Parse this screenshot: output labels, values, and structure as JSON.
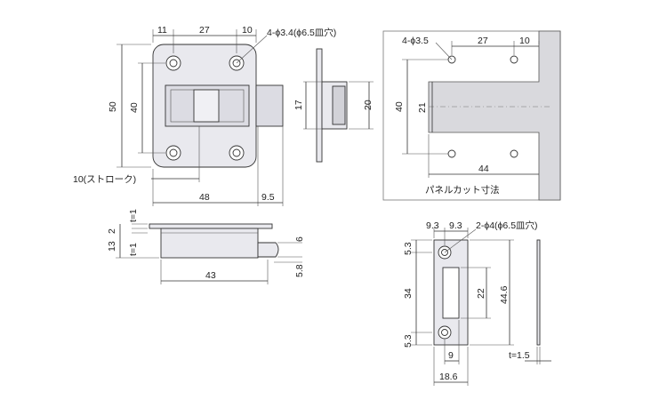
{
  "colors": {
    "part_fill": "#e9e9ee",
    "panel_fill": "#d9d9dd",
    "line": "#333333"
  },
  "main": {
    "dim_11": "11",
    "dim_27": "27",
    "dim_10": "10",
    "hole_note": "4-ϕ3.4(ϕ6.5皿穴)",
    "dim_50": "50",
    "dim_40": "40",
    "dim_17": "17",
    "dim_20": "20",
    "stroke_label": "10(ストローク)",
    "dim_48": "48",
    "dim_9_5": "9.5"
  },
  "panel": {
    "hole_note": "4-ϕ3.5",
    "dim_27": "27",
    "dim_10": "10",
    "dim_40": "40",
    "dim_21": "21",
    "dim_44": "44",
    "caption": "パネルカット寸法"
  },
  "side": {
    "t1_top": "t=1",
    "dim_2": "2",
    "dim_13": "13",
    "t1_bottom": "t=1",
    "dim_6": "6",
    "dim_5_8": "5.8",
    "dim_43": "43"
  },
  "strike": {
    "dim_9_3a": "9.3",
    "dim_9_3b": "9.3",
    "hole_note": "2-ϕ4(ϕ6.5皿穴)",
    "dim_5_3a": "5.3",
    "dim_34": "34",
    "dim_5_3b": "5.3",
    "dim_22": "22",
    "dim_44_6": "44.6",
    "dim_9": "9",
    "dim_18_6": "18.6",
    "thickness": "t=1.5"
  }
}
